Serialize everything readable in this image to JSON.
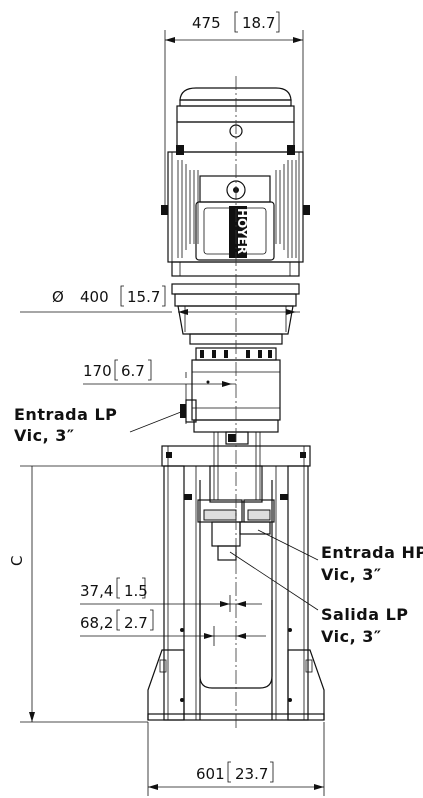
{
  "dimensions": {
    "top_width": {
      "mm": "475",
      "in": "18.7"
    },
    "motor_diameter": {
      "symbol": "Ø",
      "mm": "400",
      "in": "15.7"
    },
    "inlet_offset": {
      "mm": "170",
      "in": "6.7"
    },
    "offset_1": {
      "mm": "37,4",
      "in": "1.5"
    },
    "offset_2": {
      "mm": "68,2",
      "in": "2.7"
    },
    "base_width": {
      "mm": "601",
      "in": "23.7"
    },
    "height_label": "C"
  },
  "callouts": {
    "entrada_lp": {
      "line1": "Entrada LP",
      "line2": "Vic, 3″"
    },
    "entrada_hp": {
      "line1": "Entrada HP",
      "line2": "Vic, 3″"
    },
    "salida_lp": {
      "line1": "Salida LP",
      "line2": "Vic, 3″"
    }
  },
  "nameplate": "HOYER"
}
